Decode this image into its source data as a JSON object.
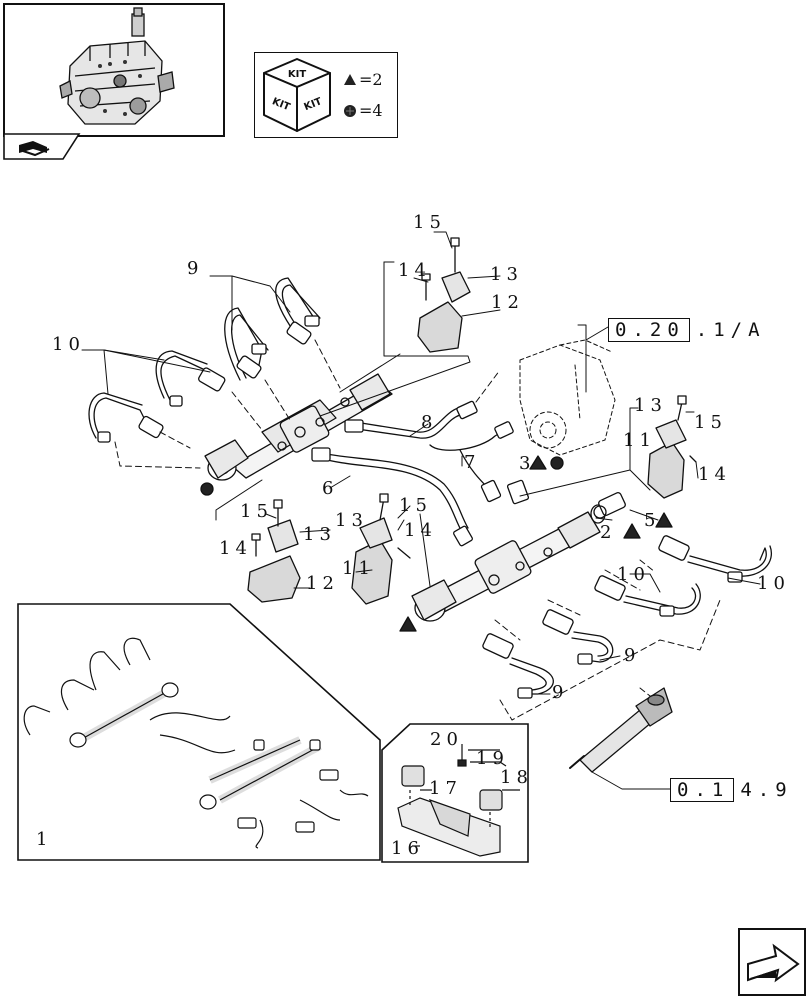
{
  "kit_legend": {
    "kit_text": "KIT",
    "triangle_qty": "=2",
    "circle_qty": "=4"
  },
  "references": {
    "ref_top": {
      "boxed": "0.20",
      "rest": ".1/A"
    },
    "ref_bottom": {
      "boxed": "0.1",
      "rest": "4.9"
    }
  },
  "callouts": {
    "c15_top": "15",
    "c14_top": "14",
    "c13_top": "13",
    "c12_top": "12",
    "c9_top": "9",
    "c10_left": "10",
    "c8": "8",
    "c7": "7",
    "c6": "6",
    "c3": "3",
    "c13_right": "13",
    "c15_right": "15",
    "c11_right": "11",
    "c14_right": "14",
    "c2": "2",
    "c5": "5",
    "c15_mid_left": "15",
    "c14_mid_left": "14",
    "c13_mid_left": "13",
    "c12_mid_left": "12",
    "c15_mid": "15",
    "c13_mid": "13",
    "c14_mid": "14",
    "c11_mid": "11",
    "c10_right_a": "10",
    "c10_right_b": "10",
    "c9_mid": "9",
    "c9_low": "9",
    "c20": "20",
    "c19": "19",
    "c18": "18",
    "c17": "17",
    "c16": "16",
    "c1": "1"
  },
  "icons": [
    "engine-thumbnail-icon",
    "kit-cube-icon",
    "triangle-marker-icon",
    "circle-marker-icon",
    "book-nav-icon",
    "next-page-arrow-icon"
  ],
  "colors": {
    "ink": "#111111",
    "background": "#ffffff",
    "marker_fill": "#222222"
  }
}
